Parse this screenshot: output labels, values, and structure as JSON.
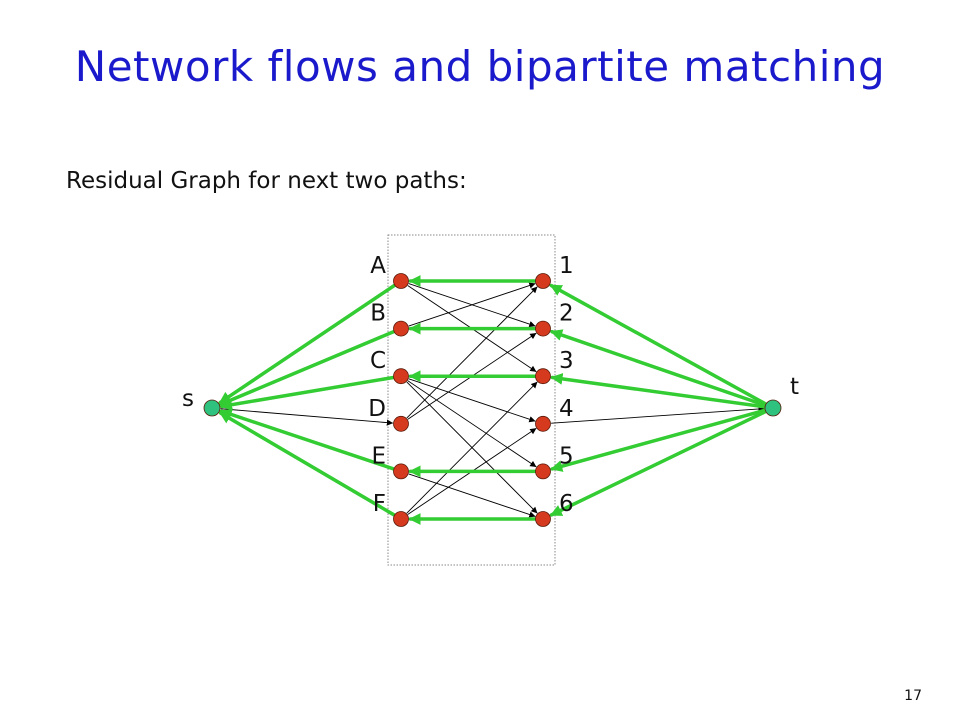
{
  "slide": {
    "title": "Network flows and bipartite matching",
    "subtitle": "Residual Graph for next two paths:",
    "page_number": "17"
  },
  "colors": {
    "title": "#1a1acc",
    "highlight_edge": "#33cc33",
    "plain_edge": "#000000",
    "partition_node": "#d63a1e",
    "terminal_node": "#2ec27e",
    "partition_box": "#888888"
  },
  "graph": {
    "source": {
      "id": "s",
      "label": "s"
    },
    "sink": {
      "id": "t",
      "label": "t"
    },
    "left_nodes": [
      {
        "id": "A",
        "label": "A"
      },
      {
        "id": "B",
        "label": "B"
      },
      {
        "id": "C",
        "label": "C"
      },
      {
        "id": "D",
        "label": "D"
      },
      {
        "id": "E",
        "label": "E"
      },
      {
        "id": "F",
        "label": "F"
      }
    ],
    "right_nodes": [
      {
        "id": "1",
        "label": "1"
      },
      {
        "id": "2",
        "label": "2"
      },
      {
        "id": "3",
        "label": "3"
      },
      {
        "id": "4",
        "label": "4"
      },
      {
        "id": "5",
        "label": "5"
      },
      {
        "id": "6",
        "label": "6"
      }
    ],
    "edges": [
      {
        "from": "A",
        "to": "s",
        "highlight": true
      },
      {
        "from": "B",
        "to": "s",
        "highlight": true
      },
      {
        "from": "C",
        "to": "s",
        "highlight": true
      },
      {
        "from": "E",
        "to": "s",
        "highlight": true
      },
      {
        "from": "F",
        "to": "s",
        "highlight": true
      },
      {
        "from": "s",
        "to": "D",
        "highlight": false
      },
      {
        "from": "1",
        "to": "A",
        "highlight": true
      },
      {
        "from": "2",
        "to": "B",
        "highlight": true
      },
      {
        "from": "3",
        "to": "C",
        "highlight": true
      },
      {
        "from": "5",
        "to": "E",
        "highlight": true
      },
      {
        "from": "6",
        "to": "F",
        "highlight": true
      },
      {
        "from": "A",
        "to": "2",
        "highlight": false
      },
      {
        "from": "A",
        "to": "3",
        "highlight": false
      },
      {
        "from": "B",
        "to": "1",
        "highlight": false
      },
      {
        "from": "C",
        "to": "4",
        "highlight": false
      },
      {
        "from": "C",
        "to": "5",
        "highlight": false
      },
      {
        "from": "C",
        "to": "6",
        "highlight": false
      },
      {
        "from": "D",
        "to": "1",
        "highlight": false
      },
      {
        "from": "D",
        "to": "2",
        "highlight": false
      },
      {
        "from": "E",
        "to": "6",
        "highlight": false
      },
      {
        "from": "F",
        "to": "3",
        "highlight": false
      },
      {
        "from": "F",
        "to": "4",
        "highlight": false
      },
      {
        "from": "t",
        "to": "1",
        "highlight": true
      },
      {
        "from": "t",
        "to": "2",
        "highlight": true
      },
      {
        "from": "t",
        "to": "3",
        "highlight": true
      },
      {
        "from": "t",
        "to": "5",
        "highlight": true
      },
      {
        "from": "t",
        "to": "6",
        "highlight": true
      },
      {
        "from": "4",
        "to": "t",
        "highlight": false
      }
    ]
  }
}
